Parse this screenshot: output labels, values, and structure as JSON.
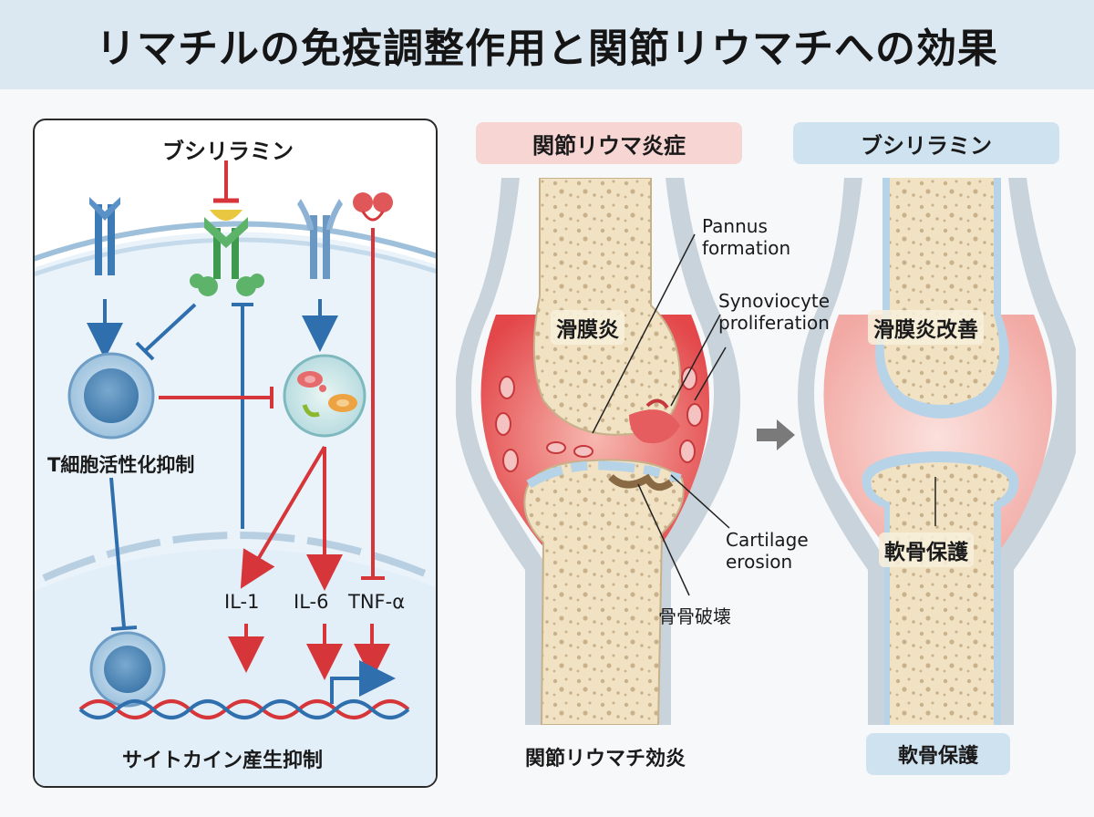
{
  "title": "リマチルの免疫調整作用と関節リウマチへの効果",
  "left_panel": {
    "drug_label": "ブシリラミン",
    "t_cell_label": "T細胞活性化抑制",
    "cytokines": [
      "IL-1",
      "IL-6",
      "TNF-α"
    ],
    "bottom_label": "サイトカイン産生抑制"
  },
  "joint_ra": {
    "header": "関節リウマ炎症",
    "synovitis": "滑膜炎",
    "pannus": "Pannus\nformation",
    "synoviocyte": "Synoviocyte\nproliferation",
    "cartilage": "Cartilage\nerosion",
    "bone": "骨骨破壊",
    "caption": "関節リウマチ効炎"
  },
  "joint_treated": {
    "header": "ブシリラミン",
    "improved": "滑膜炎改善",
    "protect": "軟骨保護",
    "caption": "軟骨保護"
  },
  "colors": {
    "inhibit_red": "#d6363a",
    "activate_blue": "#2f6fae",
    "header_bg": "#dbe8f2",
    "red_pill": "#f7d5d3",
    "blue_pill": "#cfe2f0",
    "bone": "#f1e2c4",
    "inflamed": "#e8484b"
  }
}
